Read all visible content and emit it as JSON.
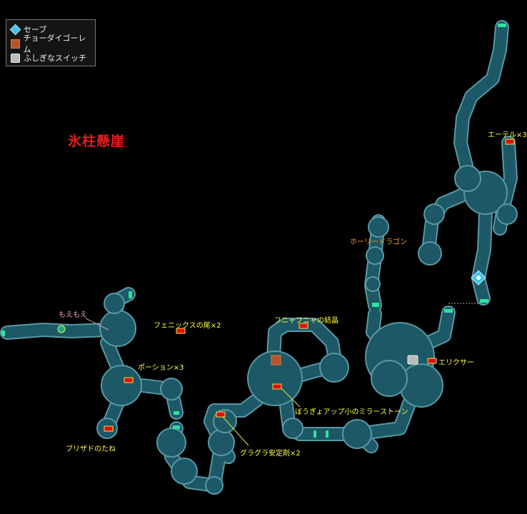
{
  "legend": {
    "items": [
      {
        "icon": "save-point-icon",
        "label": "セーブ"
      },
      {
        "icon": "golem-icon",
        "label": "チョーダイゴーレム"
      },
      {
        "icon": "switch-icon",
        "label": "ふしぎなスイッチ"
      }
    ]
  },
  "area_title": "氷柱懸崖",
  "labels": {
    "ether": "エーテル×3",
    "holy_dragon": "ホーリードラゴン",
    "moemoe": "もえもえ",
    "phoenix": "フェニックスの尾×2",
    "potion": "ポーション×3",
    "blizzard_seed": "ブリザドのたね",
    "funya_crystal": "フニャフニャの結晶",
    "mirror_stone": "ぼうぎょアップ小のミラーストーン",
    "elixir": "エリクサー",
    "guragura": "グラグラ安定剤×2"
  },
  "colors": {
    "cave": "#1d5866",
    "cave_edge": "#5a98a4",
    "chest": "#e01010",
    "chest_border": "#f0e040",
    "exit": "#30e0a0"
  }
}
